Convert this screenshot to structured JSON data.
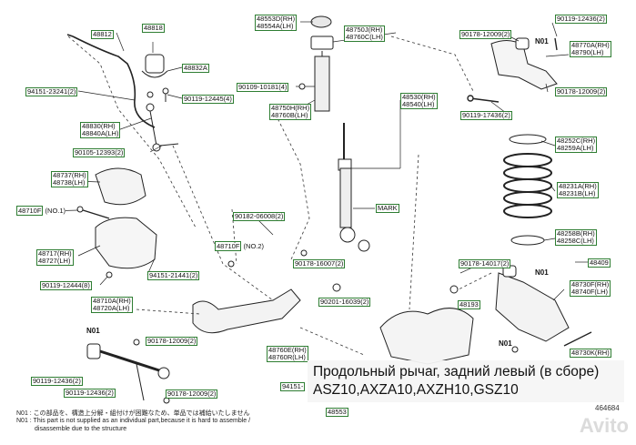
{
  "labels": {
    "p48812": "48812",
    "p48818": "48818",
    "p48832a": "48832A",
    "p94151_23241": "94151-23241(2)",
    "p90119_12445": "90119-12445(4)",
    "p48830": "48830(RH)",
    "p48840a": "48840A(LH)",
    "p90105_12393": "90105-12393(2)",
    "p48737": "48737(RH)",
    "p48738": "48738(LH)",
    "p48710f": "48710F",
    "p48710f_note": "(NO.1)",
    "p48717": "48717(RH)",
    "p48727": "48727(LH)",
    "p90119_12444": "90119-12444(8)",
    "p94151_21441": "94151-21441(2)",
    "p48710a": "48710A(RH)",
    "p48720a": "48720A(LH)",
    "p90178_12009_a": "90178-12009(2)",
    "p90080_12436": "90119-12436(2)",
    "p90119_12436_b": "90119-12436(2)",
    "p90178_12009_b": "90178-12009(2)",
    "p48553d": "48553D(RH)",
    "p48554a": "48554A(LH)",
    "p48750j": "48750J(RH)",
    "p48760c": "48760C(LH)",
    "p90109_10181": "90109-10181(4)",
    "p48750h": "48750H(RH)",
    "p48760b": "48760B(LH)",
    "p48530": "48530(RH)",
    "p48540": "48540(LH)",
    "mark_label": "MARK",
    "p90182_06008": "90182-06008(2)",
    "p48710f_2": "48710F",
    "p48710f_2_note": "(NO.2)",
    "p90178_16007": "90178-16007(2)",
    "p90201_16039": "90201-16039(2)",
    "p48760e": "48760E(RH)",
    "p48760r": "48760R(LH)",
    "p94151": "94151-",
    "p48553": "48553",
    "p90119_12436_top": "90119-12436(2)",
    "p90178_12009_top": "90178-12009(2)",
    "n01_top": "N01",
    "p48770a": "48770A(RH)",
    "p48790": "48790(LH)",
    "p90178_12009_right": "90178-12009(2)",
    "p90119_17436": "90119-17436(2)",
    "p48252c": "48252C(RH)",
    "p48259a": "48259A(LH)",
    "p48231a": "48231A(RH)",
    "p48231b": "48231B(LH)",
    "p48258b": "48258B(RH)",
    "p48258c": "48258C(LH)",
    "p90178_14017": "90178-14017(2)",
    "p48409": "48409",
    "n01_mid": "N01",
    "p48730f": "48730F(RH)",
    "p48740f": "48740F(LH)",
    "p48193": "48193",
    "p48730k": "48730K(RH)",
    "n01_bottom": "N01",
    "code": "464684"
  },
  "footnotes": {
    "jp": "N01 : この部品を、構造上分解・組付けが困難なため、単品では補給いたしません",
    "en1": "N01 : This part is not supplied as an individual part,because it is hard to assemble /",
    "en2": "disassemble due to the structure"
  },
  "caption": {
    "line1": "Продольный рычаг, задний левый (в сборе)",
    "line2": "ASZ10,AXZA10,AXZH10,GSZ10"
  },
  "watermark": "Avito",
  "colors": {
    "box_border": "#2e7d32",
    "line": "#222222",
    "dashed": "#333333"
  }
}
